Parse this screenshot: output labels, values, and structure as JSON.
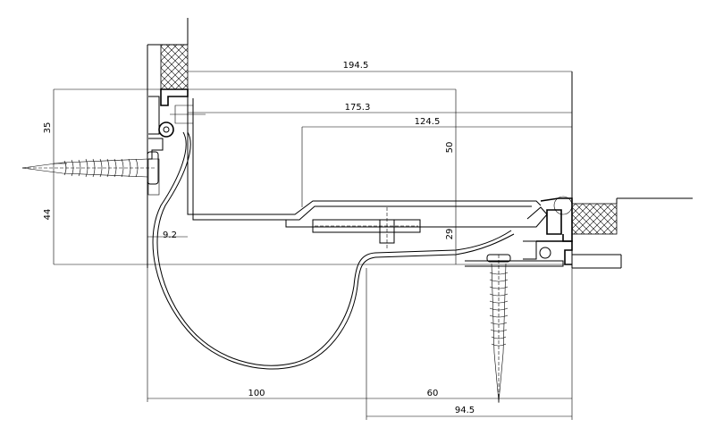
{
  "drawing": {
    "dimensions": {
      "overall_width": "194.5",
      "upper_width": "175.3",
      "inner_width": "124.5",
      "left_top_height": "35",
      "left_bottom_height": "44",
      "center_height": "50",
      "center_lower_height": "29",
      "left_offset": "9.2",
      "bottom_left": "100",
      "bottom_mid": "60",
      "bottom_right": "94.5"
    }
  }
}
